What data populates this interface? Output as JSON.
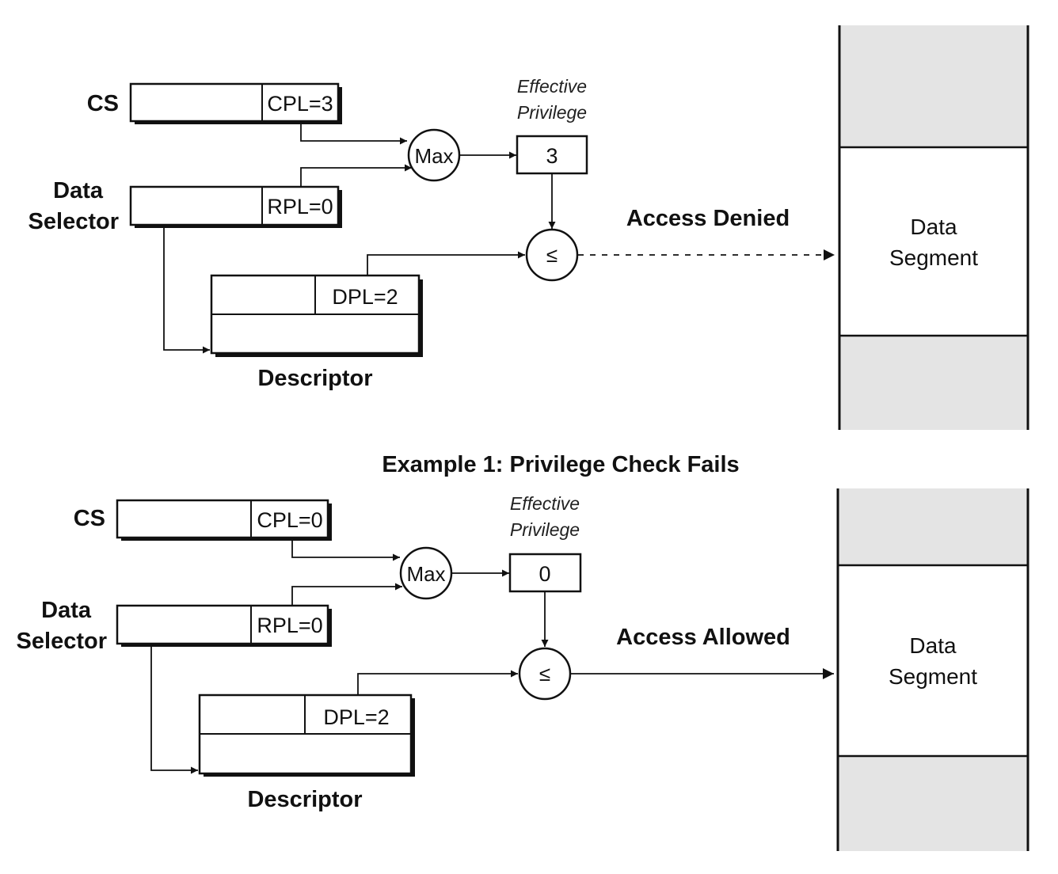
{
  "examples": [
    {
      "cs_label": "CS",
      "cpl": "CPL=3",
      "selector_label_1": "Data",
      "selector_label_2": "Selector",
      "rpl": "RPL=0",
      "max_label": "Max",
      "effective_label_1": "Effective",
      "effective_label_2": "Privilege",
      "effective_value": "3",
      "compare_label": "≤",
      "dpl": "DPL=2",
      "descriptor_label": "Descriptor",
      "result": "Access Denied",
      "result_style": "dashed",
      "segment_label_1": "Data",
      "segment_label_2": "Segment"
    },
    {
      "cs_label": "CS",
      "cpl": "CPL=0",
      "selector_label_1": "Data",
      "selector_label_2": "Selector",
      "rpl": "RPL=0",
      "max_label": "Max",
      "effective_label_1": "Effective",
      "effective_label_2": "Privilege",
      "effective_value": "0",
      "compare_label": "≤",
      "dpl": "DPL=2",
      "descriptor_label": "Descriptor",
      "result": "Access Allowed",
      "result_style": "solid",
      "segment_label_1": "Data",
      "segment_label_2": "Segment"
    }
  ],
  "caption": "Example 1: Privilege Check Fails",
  "colors": {
    "segment_fill": "#e4e4e4",
    "ink": "#111111"
  }
}
